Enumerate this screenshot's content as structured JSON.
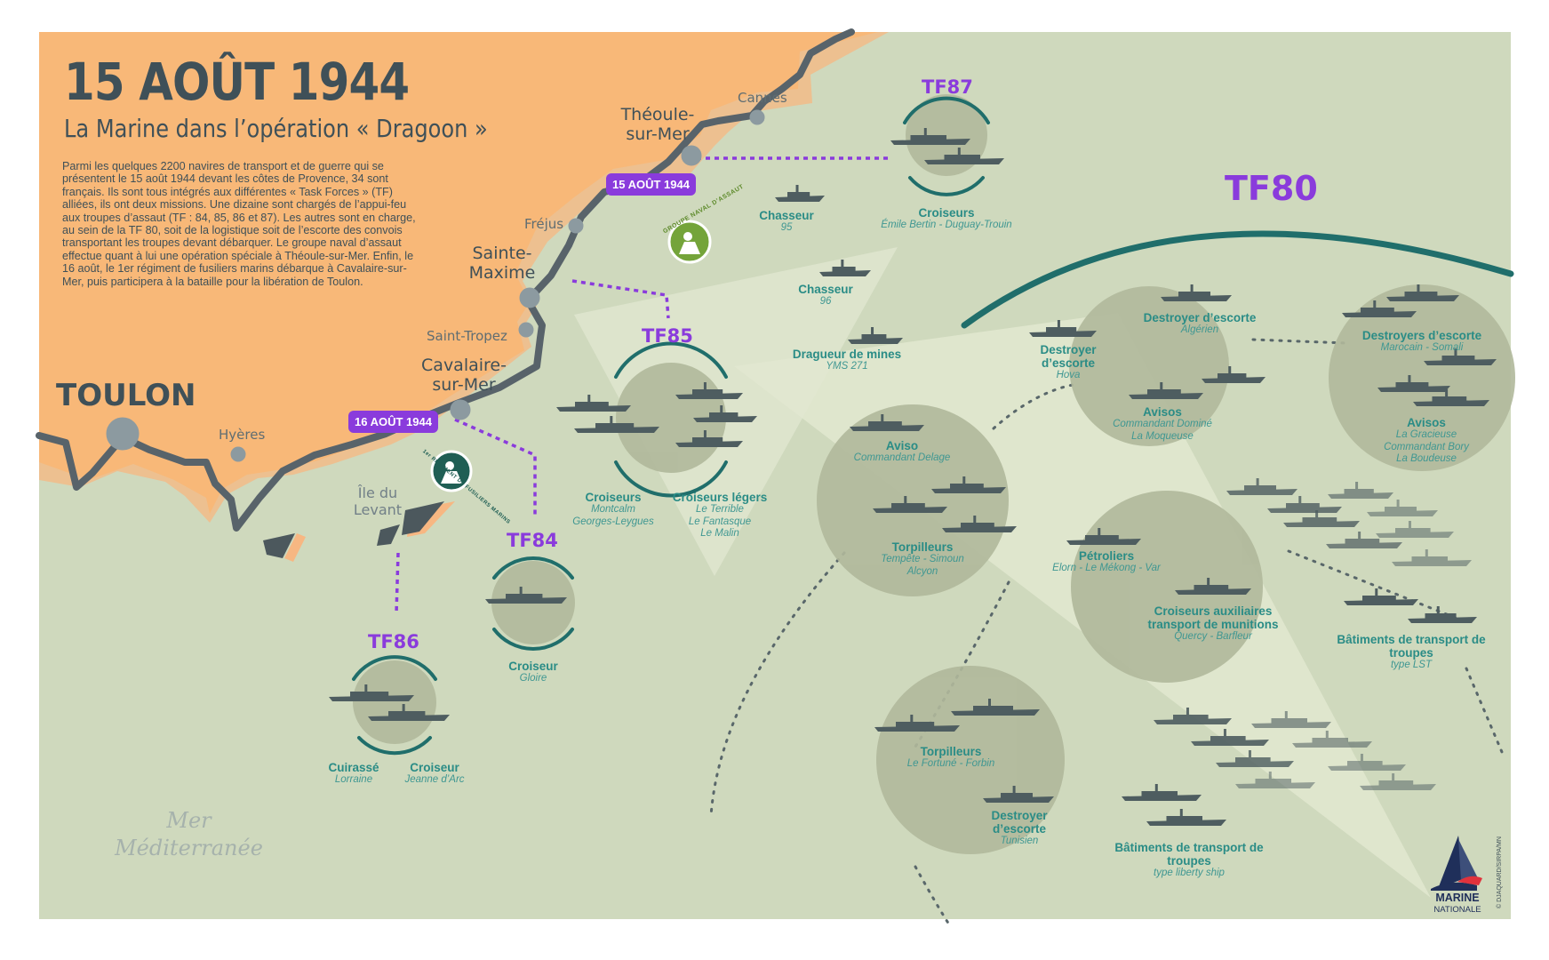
{
  "header": {
    "title": "15 AOÛT 1944",
    "subtitle": "La Marine dans l’opération « Dragoon »",
    "intro": "Parmi les quelques 2200 navires de transport et de guerre qui se présentent le 15 août 1944 devant les côtes de Provence, 34 sont français. Ils sont tous intégrés aux différentes « Task Forces » (TF) alliées, ils ont deux missions. Une dizaine sont chargés de l’appui-feu aux troupes d’assaut (TF : 84, 85, 86 et 87). Les autres sont en charge, au sein de la TF 80, soit de la logistique soit de l’escorte des convois transportant les troupes devant débarquer. Le groupe naval d’assaut effectue quant à lui une opération spéciale à Théoule-sur-Mer. Enfin, le 16 août, le 1er régiment de fusiliers marins débarque à Cavalaire-sur-Mer, puis participera à la bataille pour la libération de Toulon."
  },
  "places": {
    "toulon": "TOULON",
    "hyeres": "Hyères",
    "cavalaire": "Cavalaire-sur-Mer",
    "saint_tropez": "Saint-Tropez",
    "sainte_maxime": "Sainte-Maxime",
    "frejus": "Fréjus",
    "theoule": "Théoule-sur-Mer",
    "cannes": "Cannes",
    "ile_du_levant": "Île du Levant",
    "sea": "Mer Méditerranée"
  },
  "dates": {
    "aug15": "15 AOÛT 1944",
    "aug16": "16 AOÛT 1944"
  },
  "emblems": {
    "groupe_naval": "GROUPE NAVAL D’ASSAUT",
    "regiment": "1er RÉGIMENT DE FUSILIERS MARINS"
  },
  "task_forces": {
    "tf84": {
      "label": "TF84",
      "ships": [
        {
          "type": "Croiseur",
          "names": "Gloire"
        }
      ]
    },
    "tf85": {
      "label": "TF85",
      "ships": [
        {
          "type": "Croiseurs",
          "names": [
            "Montcalm",
            "Georges-Leygues"
          ]
        },
        {
          "type": "Croiseurs légers",
          "names": [
            "Le Terrible",
            "Le Fantasque",
            "Le Malin"
          ]
        }
      ]
    },
    "tf86": {
      "label": "TF86",
      "ships": [
        {
          "type": "Cuirassé",
          "names": "Lorraine"
        },
        {
          "type": "Croiseur",
          "names": "Jeanne d’Arc"
        }
      ]
    },
    "tf87": {
      "label": "TF87",
      "ships": [
        {
          "type": "Croiseurs",
          "names": "Émile Bertin - Duguay-Trouin"
        }
      ]
    },
    "tf80": {
      "label": "TF80",
      "ships": [
        {
          "type": "Destroyer d’escorte",
          "names": "Algérien"
        },
        {
          "type": "Destroyers d’escorte",
          "names": "Marocain - Somali"
        },
        {
          "type": "Destroyer d’escorte",
          "names": "Hova"
        },
        {
          "type": "Avisos",
          "names": [
            "Commandant Dominé",
            "La Moqueuse"
          ]
        },
        {
          "type": "Avisos",
          "names": [
            "La Gracieuse",
            "Commandant Bory",
            "La Boudeuse"
          ]
        },
        {
          "type": "Aviso",
          "names": "Commandant Delage"
        },
        {
          "type": "Torpilleurs",
          "names": [
            "Tempête - Simoun",
            "Alcyon"
          ]
        },
        {
          "type": "Pétroliers",
          "names": "Elorn - Le Mékong - Var"
        },
        {
          "type": "Croiseurs auxiliaires transport de munitions",
          "names": "Quercy - Barfleur"
        },
        {
          "type": "Bâtiments de transport de troupes",
          "names": "type LST"
        },
        {
          "type": "Torpilleurs",
          "names": "Le Fortuné - Forbin"
        },
        {
          "type": "Destroyer d’escorte",
          "names": "Tunisien"
        },
        {
          "type": "Bâtiments de transport de troupes",
          "names": "type liberty ship"
        }
      ]
    }
  },
  "other_ships": [
    {
      "type": "Chasseur",
      "names": "95"
    },
    {
      "type": "Chasseur",
      "names": "96"
    },
    {
      "type": "Dragueur de mines",
      "names": "YMS 271"
    }
  ],
  "logo": {
    "line1": "MARINE",
    "line2": "NATIONALE"
  },
  "credit": "© DJAQUARD/SIRPA/MN",
  "colors": {
    "land": "#f6b97a",
    "sea": "#cfd9bd",
    "coast": "#58636a",
    "task_force": "#8a3bdc",
    "caption": "#2a8c86",
    "ship": "#4e5d60",
    "circle": "#b0b89b",
    "tf80_arc": "#206e6b"
  }
}
